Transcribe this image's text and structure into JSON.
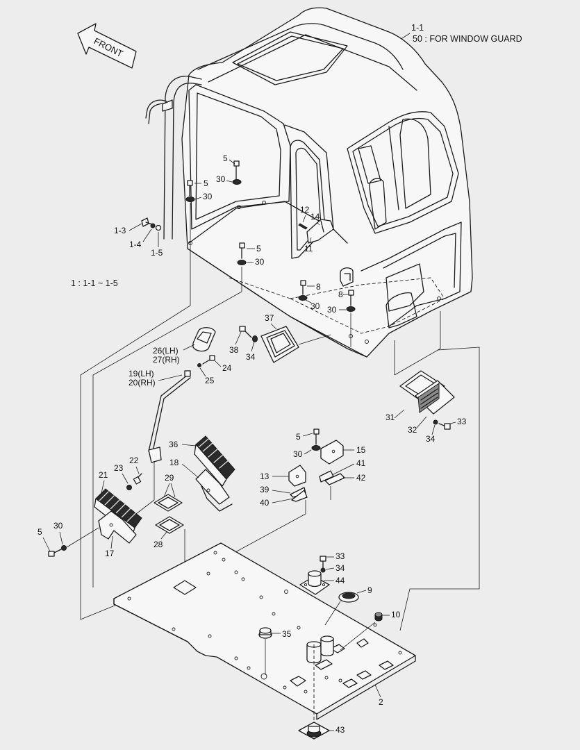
{
  "front_arrow": {
    "label": "FRONT"
  },
  "notes": {
    "cab_ref": "1-1",
    "window_guard": "50 : FOR WINDOW GUARD",
    "group": "1 : 1-1 ~ 1-5"
  },
  "callouts": {
    "c1_3": "1-3",
    "c1_4": "1-4",
    "c1_5": "1-5",
    "c5a": "5",
    "c5b": "5",
    "c5c": "5",
    "c5d": "5",
    "c5e": "5",
    "c30a": "30",
    "c30b": "30",
    "c30c": "30",
    "c30d": "30",
    "c30e": "30",
    "c30f": "30",
    "c30g": "30",
    "c8a": "8",
    "c8b": "8",
    "c11": "11",
    "c12": "12",
    "c14": "14",
    "c37": "37",
    "c38": "38",
    "c34a": "34",
    "c34b": "34",
    "c34c": "34",
    "c26": "26(LH)",
    "c27": "27(RH)",
    "c24": "24",
    "c25": "25",
    "c19": "19(LH)",
    "c20": "20(RH)",
    "c31": "31",
    "c32": "32",
    "c33a": "33",
    "c33b": "33",
    "c36": "36",
    "c18": "18",
    "c15": "15",
    "c13": "13",
    "c41": "41",
    "c42": "42",
    "c39": "39",
    "c40": "40",
    "c21": "21",
    "c22": "22",
    "c23": "23",
    "c29": "29",
    "c28": "28",
    "c17": "17",
    "c44": "44",
    "c9": "9",
    "c10": "10",
    "c35": "35",
    "c2": "2",
    "c43": "43"
  }
}
